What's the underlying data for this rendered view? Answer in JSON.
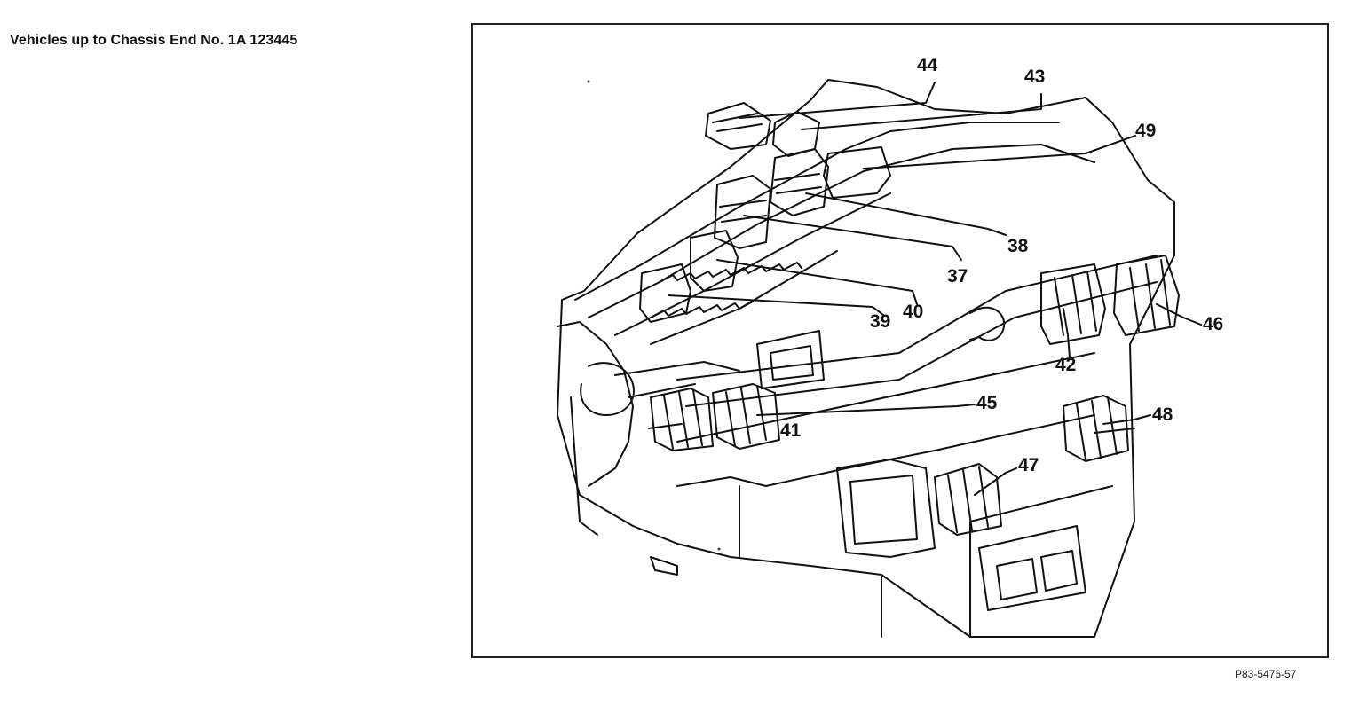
{
  "heading": "Vehicles up to Chassis End No. 1A 123445",
  "figure_code": "P83-5476-57",
  "callouts": {
    "c37": "37",
    "c38": "38",
    "c39": "39",
    "c40": "40",
    "c41": "41",
    "c42": "42",
    "c43": "43",
    "c44": "44",
    "c45": "45",
    "c46": "46",
    "c47": "47",
    "c48": "48",
    "c49": "49"
  }
}
